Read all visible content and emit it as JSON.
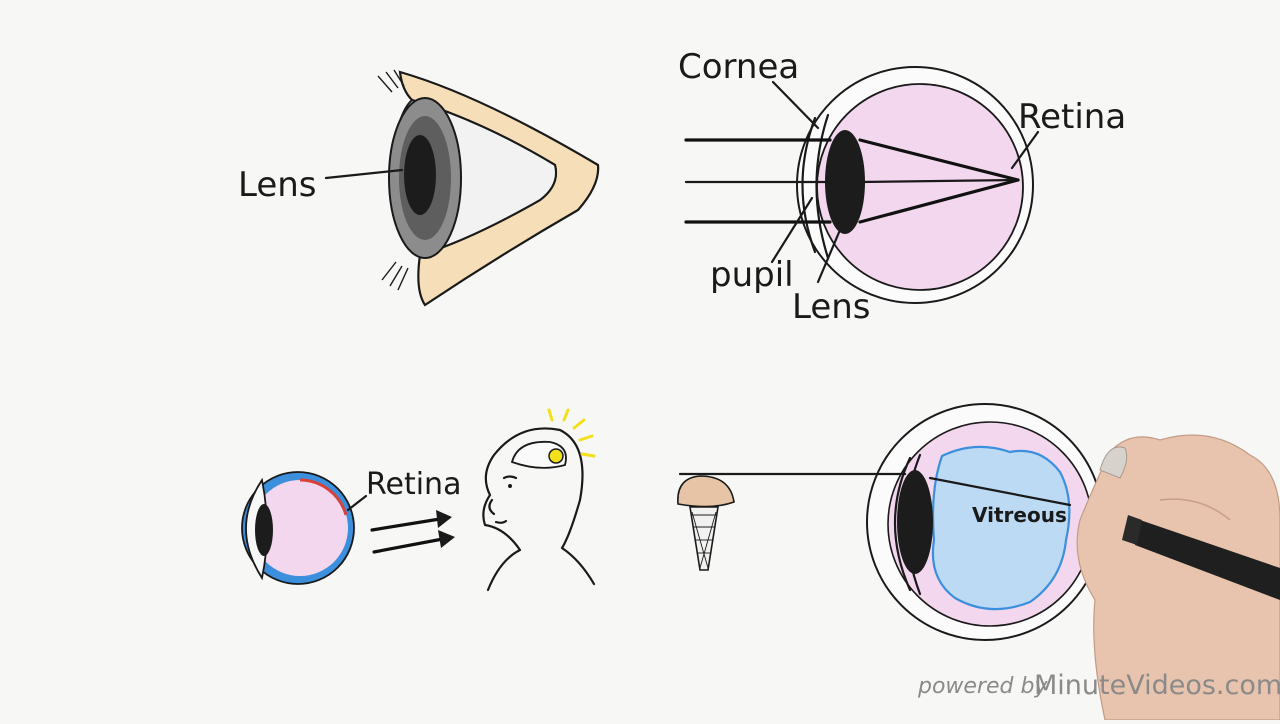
{
  "top_left_eye": {
    "label_lens": "Lens"
  },
  "top_right_eye": {
    "label_cornea": "Cornea",
    "label_retina": "Retina",
    "label_pupil": "pupil",
    "label_lens": "Lens"
  },
  "bottom_left_eye": {
    "label_retina": "Retina"
  },
  "bottom_right_eye": {
    "label_vitreous": "Vitreous"
  },
  "watermark": {
    "prefix": "powered by",
    "brand": "MinuteVideos.com"
  },
  "colors": {
    "ink": "#1a1a1a",
    "eye_pink": "#f3d7ee",
    "vitreous_blue": "#bcdaf3",
    "retina_blue": "#3b8fdc",
    "retina_red": "#d9423a",
    "skin_tan": "#f6dfb8",
    "bulb_yellow": "#f2e01a",
    "ice_cream": "#e6c4a5",
    "watermark_gray": "#8a8a8a"
  }
}
